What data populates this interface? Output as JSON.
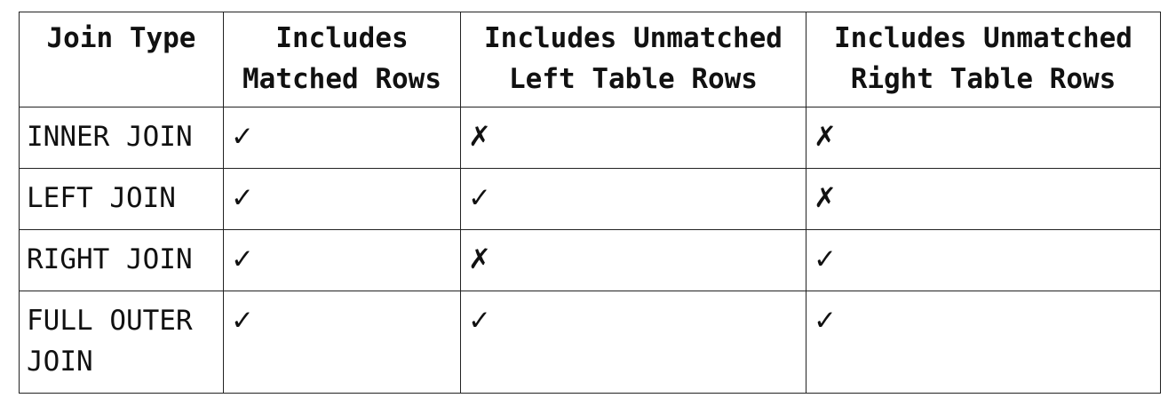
{
  "table": {
    "headers": [
      {
        "lines": [
          "Join Type"
        ]
      },
      {
        "lines": [
          "Includes",
          "Matched Rows"
        ]
      },
      {
        "lines": [
          "Includes Unmatched",
          "Left Table Rows"
        ]
      },
      {
        "lines": [
          "Includes Unmatched",
          "Right Table Rows"
        ]
      }
    ],
    "rows": [
      {
        "type_lines": [
          "INNER JOIN"
        ],
        "matched": "✓",
        "unmatched_left": "✗",
        "unmatched_right": "✗"
      },
      {
        "type_lines": [
          "LEFT JOIN"
        ],
        "matched": "✓",
        "unmatched_left": "✓",
        "unmatched_right": "✗"
      },
      {
        "type_lines": [
          "RIGHT JOIN"
        ],
        "matched": "✓",
        "unmatched_left": "✗",
        "unmatched_right": "✓"
      },
      {
        "type_lines": [
          "FULL OUTER",
          "JOIN"
        ],
        "matched": "✓",
        "unmatched_left": "✓",
        "unmatched_right": "✓"
      }
    ]
  }
}
